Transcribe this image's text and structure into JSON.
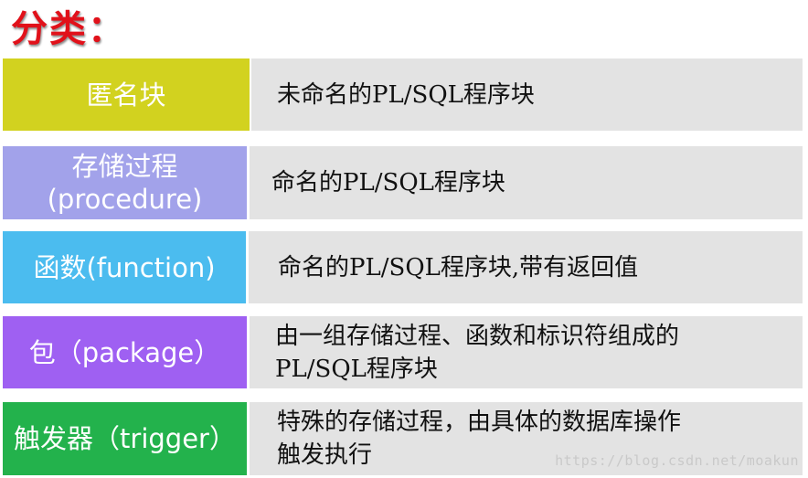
{
  "title": "分类：",
  "rows": [
    {
      "label_line1": "匿名块",
      "label_line2": "",
      "description": "未命名的PL/SQL程序块",
      "color": "#d2d21f"
    },
    {
      "label_line1": "存储过程",
      "label_line2": "(procedure)",
      "description": "命名的PL/SQL程序块",
      "color": "#a2a2ea"
    },
    {
      "label_line1": "函数(function)",
      "label_line2": "",
      "description": "命名的PL/SQL程序块,带有返回值",
      "color": "#4bbcef"
    },
    {
      "label_line1": "包（package）",
      "label_line2": "",
      "description": "由一组存储过程、函数和标识符组成的\nPL/SQL程序块",
      "color": "#9f60f2"
    },
    {
      "label_line1": "触发器（trigger）",
      "label_line2": "",
      "description": "特殊的存储过程，由具体的数据库操作\n触发执行",
      "color": "#23b24c"
    }
  ],
  "watermark": "https://blog.csdn.net/moakun"
}
